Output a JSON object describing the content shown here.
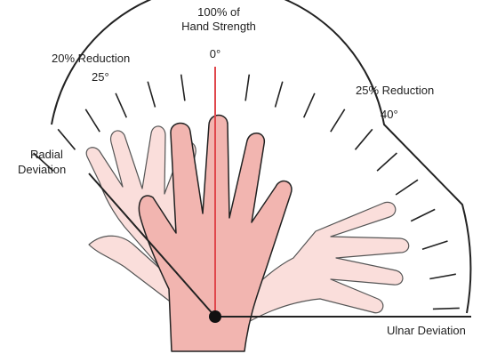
{
  "labels": {
    "hand_strength_line1": "100% of",
    "hand_strength_line2": "Hand Strength",
    "zero_angle": "0°",
    "radial_reduction": "20% Reduction",
    "radial_angle": "25°",
    "ulnar_reduction": "25% Reduction",
    "ulnar_angle": "40°",
    "radial_deviation_line1": "Radial",
    "radial_deviation_line2": "Deviation",
    "ulnar_deviation": "Ulnar Deviation"
  },
  "colors": {
    "skin_main": "#f2b5b0",
    "skin_faded": "#fadedb",
    "outline": "#222222",
    "centerline": "#e0474c"
  },
  "icons": {
    "pivot": "wrist-pivot-dot"
  }
}
